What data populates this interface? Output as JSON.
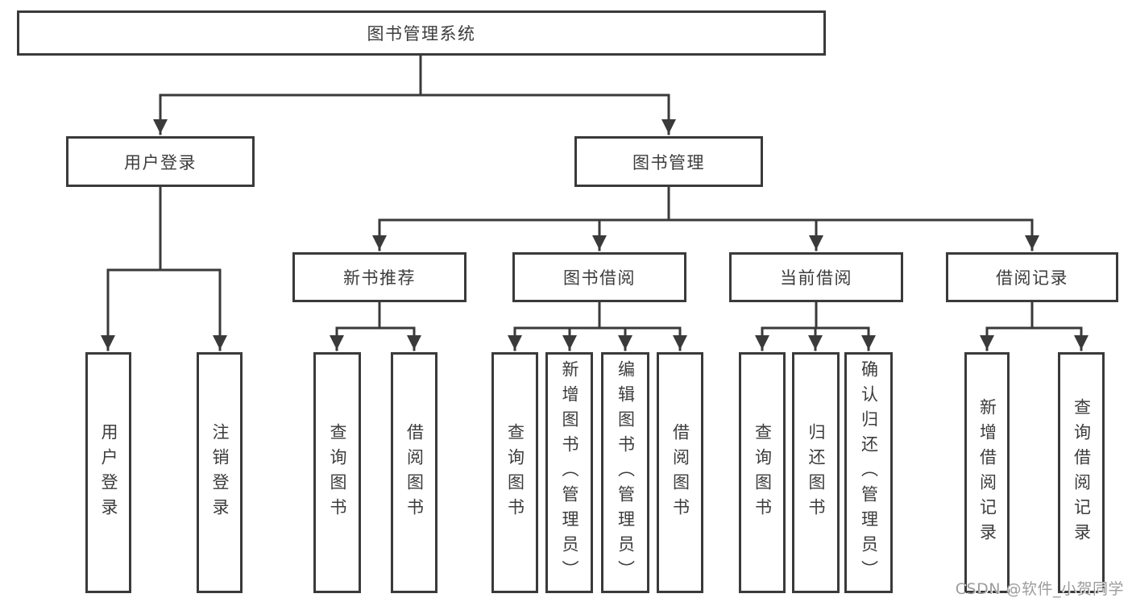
{
  "diagram_title": "图书管理系统",
  "colors": {
    "line": "#3a3a3a",
    "box_border": "#3a3a3a",
    "text": "#3c3c3c",
    "background": "#ffffff",
    "watermark": "#9c9c9c"
  },
  "tree": {
    "root": {
      "label": "图书管理系统"
    },
    "level2": [
      {
        "label": "用户登录",
        "children": [
          {
            "label": "用户登录"
          },
          {
            "label": "注销登录"
          }
        ]
      },
      {
        "label": "图书管理",
        "children": [
          {
            "label": "新书推荐",
            "children": [
              {
                "label": "查询图书"
              },
              {
                "label": "借阅图书"
              }
            ]
          },
          {
            "label": "图书借阅",
            "children": [
              {
                "label": "查询图书"
              },
              {
                "label": "新增图书（管理员）"
              },
              {
                "label": "编辑图书（管理员）"
              },
              {
                "label": "借阅图书"
              }
            ]
          },
          {
            "label": "当前借阅",
            "children": [
              {
                "label": "查询图书"
              },
              {
                "label": "归还图书"
              },
              {
                "label": "确认归还（管理员）"
              }
            ]
          },
          {
            "label": "借阅记录",
            "children": [
              {
                "label": "新增借阅记录"
              },
              {
                "label": "查询借阅记录"
              }
            ]
          }
        ]
      }
    ]
  },
  "watermark": {
    "text": "CSDN @软件_小贺同学"
  }
}
